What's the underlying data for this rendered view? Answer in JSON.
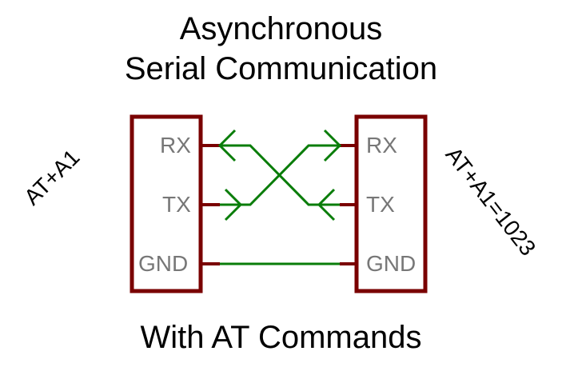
{
  "title_line1": "Asynchronous",
  "title_line2": "Serial Communication",
  "subtitle": "With AT Commands",
  "left_device": {
    "label": "AT+A1",
    "pins": [
      "RX",
      "TX",
      "GND"
    ]
  },
  "right_device": {
    "label": "AT+A1=1023",
    "pins": [
      "RX",
      "TX",
      "GND"
    ]
  },
  "colors": {
    "box": "#7a0000",
    "wire": "#0a7d0a",
    "pin_text": "#777777",
    "text": "#000000"
  }
}
